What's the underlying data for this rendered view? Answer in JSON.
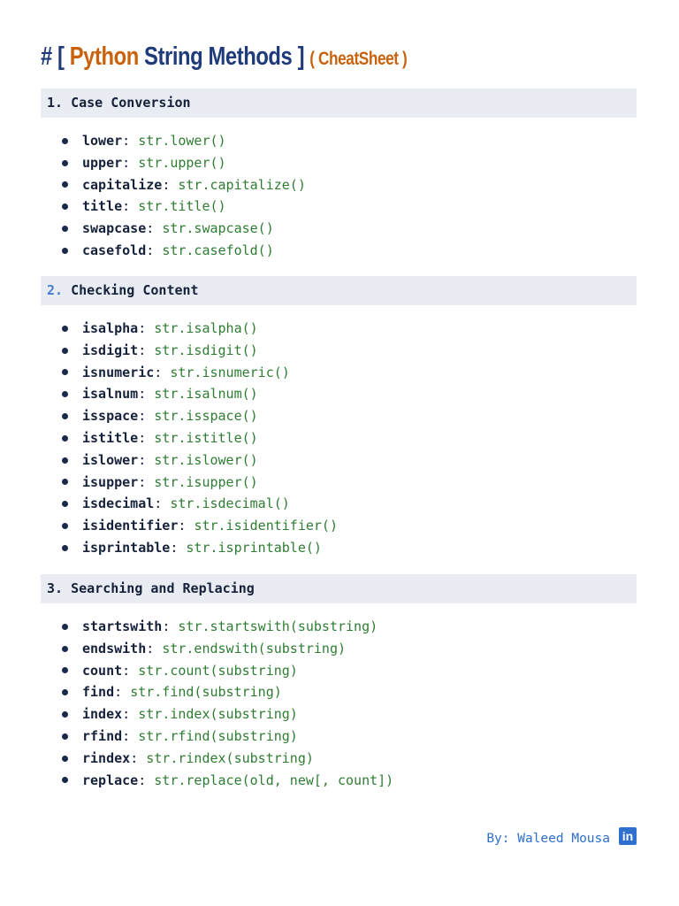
{
  "title": {
    "hash": "# [ ",
    "python": "Python",
    "rest": " String Methods ] ",
    "sub": "( CheatSheet )"
  },
  "sections": [
    {
      "number": "1.",
      "heading": "Case Conversion",
      "items": [
        {
          "name": "lower",
          "code": "str.lower()"
        },
        {
          "name": "upper",
          "code": "str.upper()"
        },
        {
          "name": "capitalize",
          "code": "str.capitalize()"
        },
        {
          "name": "title",
          "code": "str.title()"
        },
        {
          "name": "swapcase",
          "code": "str.swapcase()"
        },
        {
          "name": "casefold",
          "code": "str.casefold()"
        }
      ]
    },
    {
      "number": "2.",
      "heading": "Checking Content",
      "items": [
        {
          "name": "isalpha",
          "code": "str.isalpha()"
        },
        {
          "name": "isdigit",
          "code": "str.isdigit()"
        },
        {
          "name": "isnumeric",
          "code": "str.isnumeric()"
        },
        {
          "name": "isalnum",
          "code": "str.isalnum()"
        },
        {
          "name": "isspace",
          "code": "str.isspace()"
        },
        {
          "name": "istitle",
          "code": "str.istitle()"
        },
        {
          "name": "islower",
          "code": "str.islower()"
        },
        {
          "name": "isupper",
          "code": "str.isupper()"
        },
        {
          "name": "isdecimal",
          "code": "str.isdecimal()"
        },
        {
          "name": "isidentifier",
          "code": "str.isidentifier()"
        },
        {
          "name": "isprintable",
          "code": "str.isprintable()"
        }
      ]
    },
    {
      "number": "3.",
      "heading": "Searching and Replacing",
      "items": [
        {
          "name": "startswith",
          "code": "str.startswith(substring)"
        },
        {
          "name": "endswith",
          "code": "str.endswith(substring)"
        },
        {
          "name": "count",
          "code": "str.count(substring)"
        },
        {
          "name": "find",
          "code": "str.find(substring)"
        },
        {
          "name": "index",
          "code": "str.index(substring)"
        },
        {
          "name": "rfind",
          "code": "str.rfind(substring)"
        },
        {
          "name": "rindex",
          "code": "str.rindex(substring)"
        },
        {
          "name": "replace",
          "code": "str.replace(old, new[, count])"
        }
      ]
    }
  ],
  "footer": {
    "byline": "By: Waleed Mousa",
    "icon": "linkedin-icon",
    "icon_text": "in"
  },
  "colors": {
    "navy": "#1f3b7a",
    "orange": "#c8620c",
    "code_green": "#2e7d32",
    "header_bg": "#e9edf3",
    "footer_blue": "#2f6fcf"
  }
}
